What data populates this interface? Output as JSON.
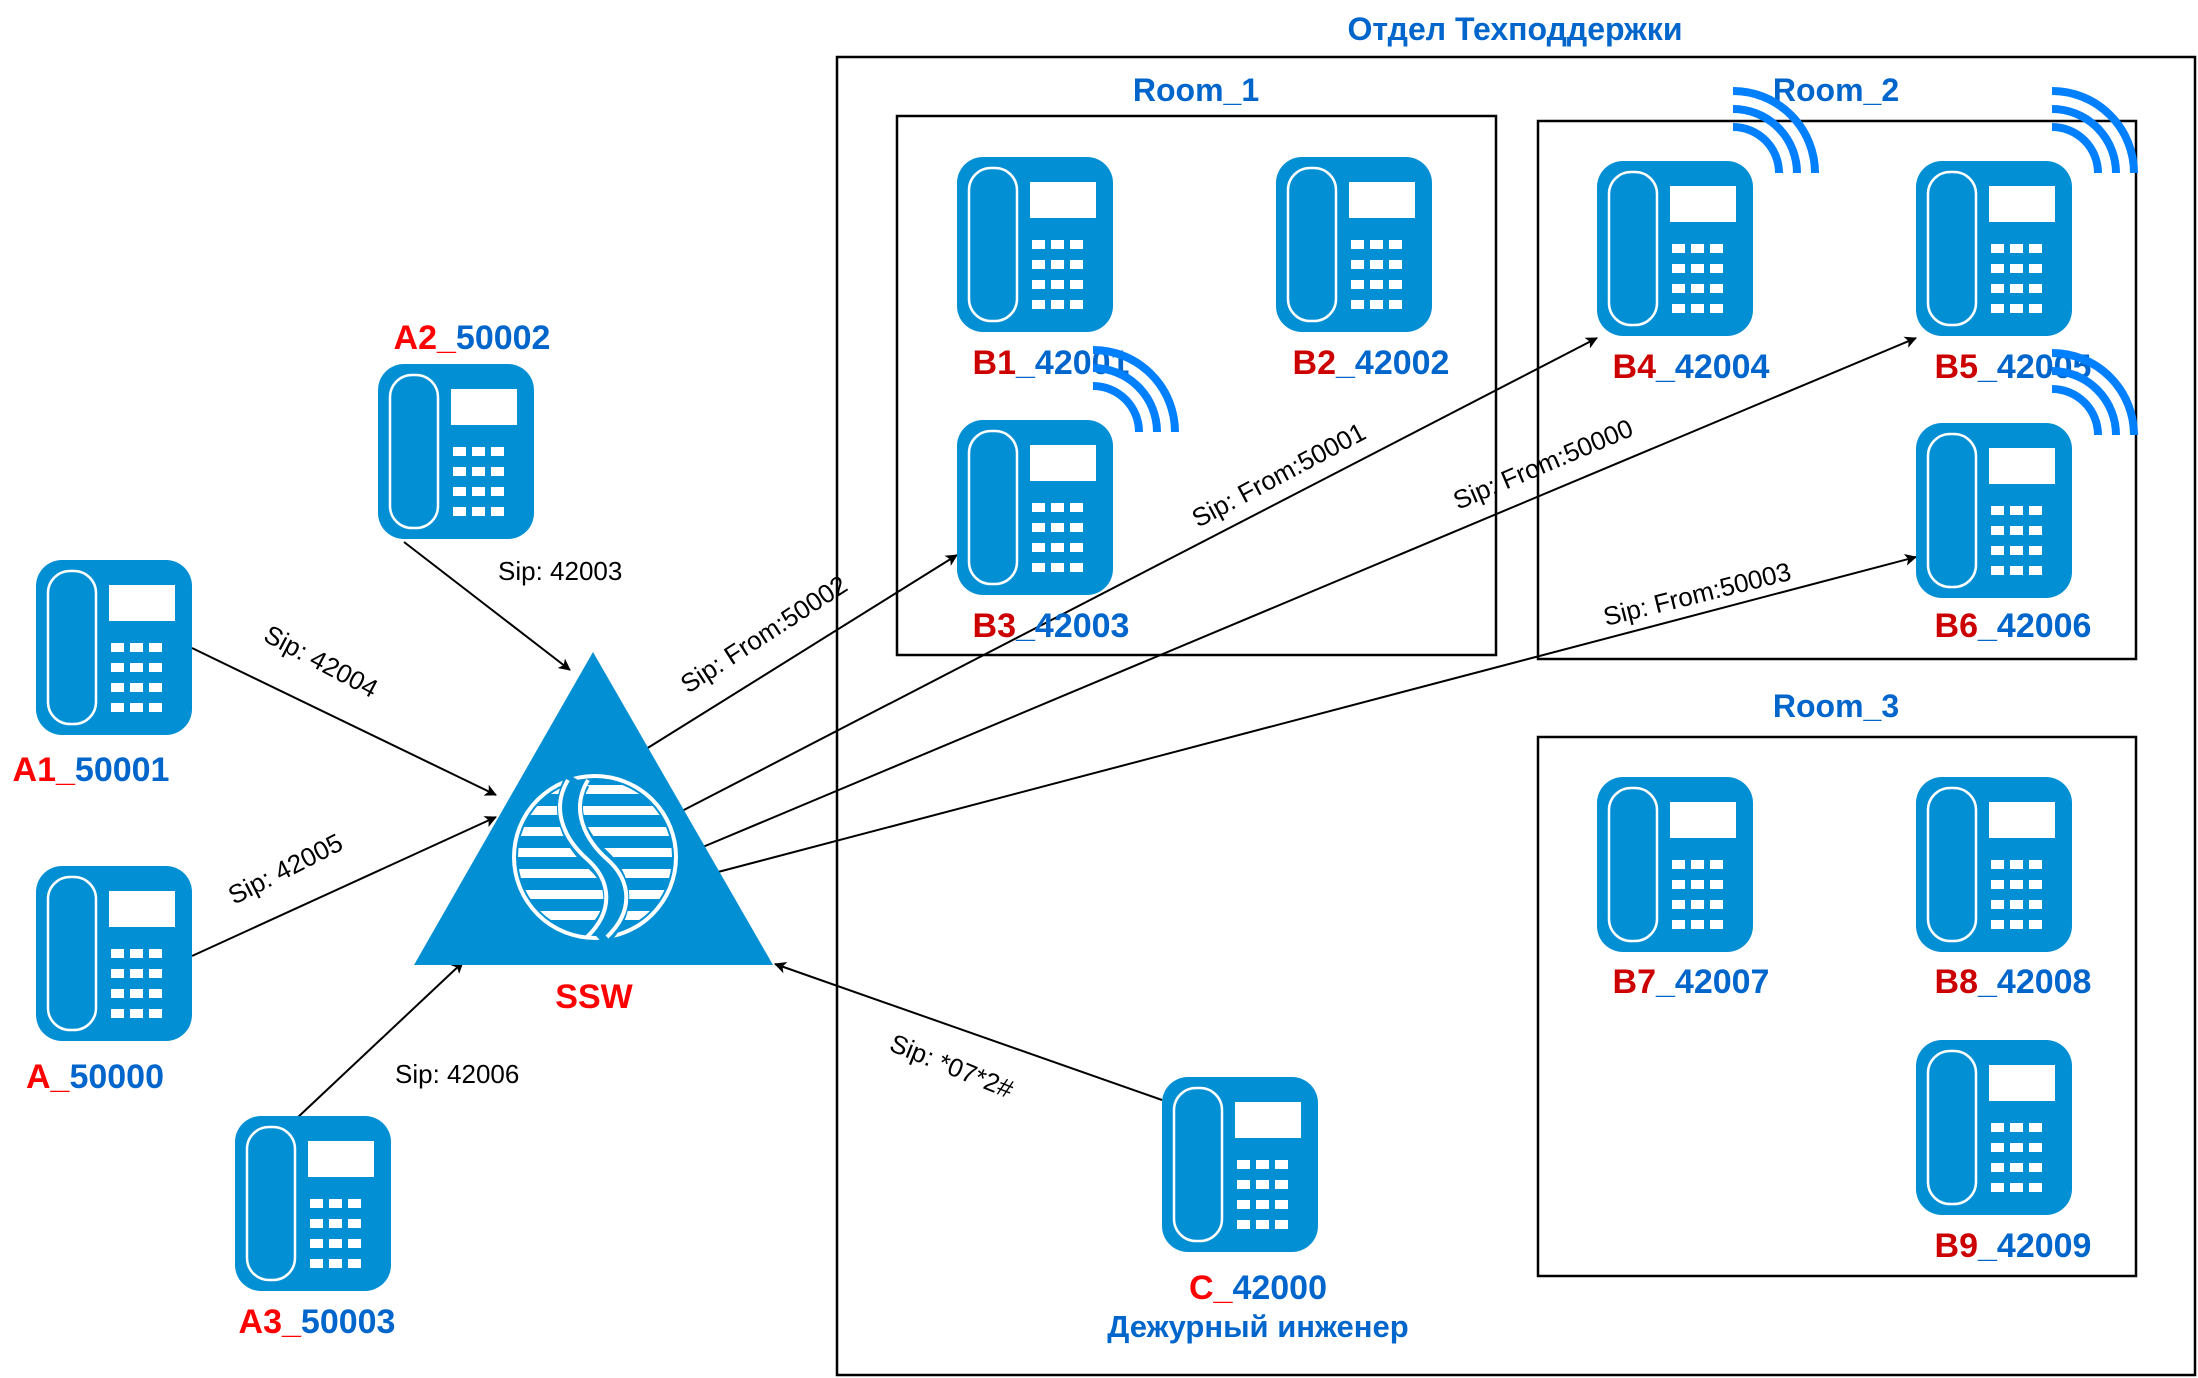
{
  "colors": {
    "device_blue": "#038FD4",
    "label_blue": "#0066CC",
    "a_prefix_red": "#FF0000",
    "b_prefix_red": "#CC0000",
    "wifi_blue": "#007FFF",
    "line": "#000000"
  },
  "department": {
    "title": "Отдел Техподдержки",
    "rooms": [
      {
        "id": "room1",
        "label": "Room_1"
      },
      {
        "id": "room2",
        "label": "Room_2"
      },
      {
        "id": "room3",
        "label": "Room_3"
      }
    ]
  },
  "switch": {
    "label": "SSW",
    "icon": "softswitch-icon"
  },
  "nodes": [
    {
      "id": "A2",
      "prefix": "A2_",
      "number": "50002",
      "prefix_color": "a",
      "wireless": false
    },
    {
      "id": "A1",
      "prefix": "A1_",
      "number": "50001",
      "prefix_color": "a",
      "wireless": false
    },
    {
      "id": "A",
      "prefix": "A_",
      "number": "50000",
      "prefix_color": "a",
      "wireless": false
    },
    {
      "id": "A3",
      "prefix": "A3_",
      "number": "50003",
      "prefix_color": "a",
      "wireless": false
    },
    {
      "id": "B1",
      "prefix": "B1",
      "number": "_42001",
      "prefix_color": "b",
      "wireless": false,
      "room": "Room_1"
    },
    {
      "id": "B2",
      "prefix": "B2",
      "number": "_42002",
      "prefix_color": "b",
      "wireless": false,
      "room": "Room_1"
    },
    {
      "id": "B3",
      "prefix": "B3",
      "number": "_42003",
      "prefix_color": "b",
      "wireless": true,
      "room": "Room_1"
    },
    {
      "id": "B4",
      "prefix": "B4",
      "number": "_42004",
      "prefix_color": "b",
      "wireless": true,
      "room": "Room_2"
    },
    {
      "id": "B5",
      "prefix": "B5",
      "number": "_42005",
      "prefix_color": "b",
      "wireless": true,
      "room": "Room_2"
    },
    {
      "id": "B6",
      "prefix": "B6",
      "number": "_42006",
      "prefix_color": "b",
      "wireless": true,
      "room": "Room_2"
    },
    {
      "id": "B7",
      "prefix": "B7",
      "number": "_42007",
      "prefix_color": "b",
      "wireless": false,
      "room": "Room_3"
    },
    {
      "id": "B8",
      "prefix": "B8",
      "number": "_42008",
      "prefix_color": "b",
      "wireless": false,
      "room": "Room_3"
    },
    {
      "id": "B9",
      "prefix": "B9",
      "number": "_42009",
      "prefix_color": "b",
      "wireless": false,
      "room": "Room_3"
    },
    {
      "id": "C",
      "prefix": "C_",
      "number": "42000",
      "prefix_color": "a",
      "wireless": false,
      "role": "Дежурный инженер"
    }
  ],
  "edges": [
    {
      "from": "A2",
      "to": "SSW",
      "label": "Sip: 42003"
    },
    {
      "from": "A1",
      "to": "SSW",
      "label": "Sip: 42004"
    },
    {
      "from": "A",
      "to": "SSW",
      "label": "Sip: 42005"
    },
    {
      "from": "A3",
      "to": "SSW",
      "label": "Sip: 42006"
    },
    {
      "from": "C",
      "to": "SSW",
      "label": "Sip: *07*2#"
    },
    {
      "from": "SSW",
      "to": "B3",
      "label": "Sip: From:50002"
    },
    {
      "from": "SSW",
      "to": "B4",
      "label": "Sip: From:50001"
    },
    {
      "from": "SSW",
      "to": "B5",
      "label": "Sip: From:50000"
    },
    {
      "from": "SSW",
      "to": "B6",
      "label": "Sip: From:50003"
    }
  ]
}
